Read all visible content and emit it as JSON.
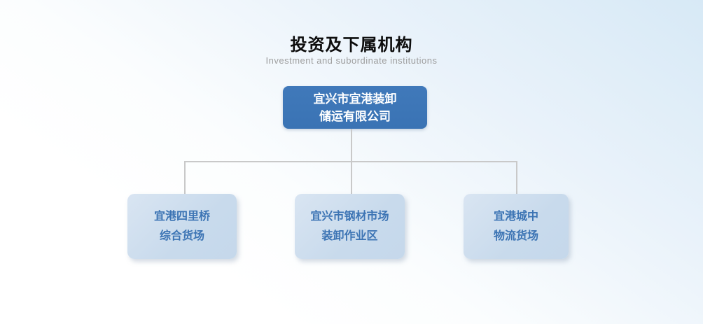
{
  "page": {
    "title": "投资及下属机构",
    "subtitle": "Investment and subordinate institutions"
  },
  "org_chart": {
    "type": "org-tree",
    "root": {
      "label_line1": "宜兴市宜港装卸",
      "label_line2": "储运有限公司"
    },
    "children": [
      {
        "label_line1": "宜港四里桥",
        "label_line2": "综合货场"
      },
      {
        "label_line1": "宜兴市钢材市场",
        "label_line2": "装卸作业区"
      },
      {
        "label_line1": "宜港城中",
        "label_line2": "物流货场"
      }
    ],
    "colors": {
      "root_box_bg": "#3b76b8",
      "root_box_text": "#ffffff",
      "child_box_bg": "#c9dbec",
      "child_box_text": "#3c74b4",
      "connector": "#c9c9c9",
      "title_text": "#0d0d0d",
      "subtitle_text": "#9e9e9e",
      "background_top": "#d7e9f6",
      "background_bottom": "#ffffff"
    }
  }
}
